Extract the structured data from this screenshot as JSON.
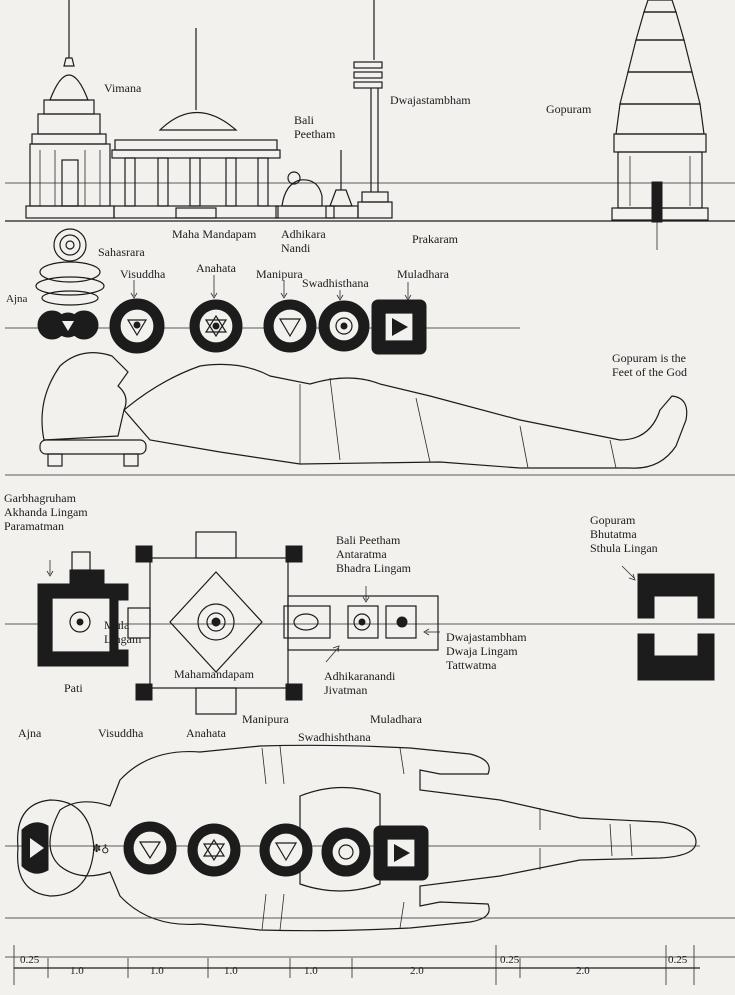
{
  "elevation_labels": {
    "vimana": "Vimana",
    "dwajastambham": "Dwajastambham",
    "gopuram": "Gopuram",
    "bali_peetham": "Bali\nPeetham",
    "maha_mandapam": "Maha Mandapam",
    "adhikara_nandi": "Adhikara\nNandi",
    "prakaram": "Prakaram"
  },
  "chakra_labels_top": {
    "sahasrara": "Sahasrara",
    "ajna": "Ajna",
    "visuddha": "Visuddha",
    "anahata": "Anahata",
    "manipura": "Manipura",
    "swadhisthana": "Swadhisthana",
    "muladhara": "Muladhara"
  },
  "reclining_note": "Gopuram is the\nFeet of the God",
  "plan_labels": {
    "garbhagruham": "Garbhagruham\nAkhanda Lingam\nParamatman",
    "bali_peetham": "Bali Peetham\nAntaratma\nBhadra Lingam",
    "gopuram": "Gopuram\nBhutatma\nSthula Lingan",
    "mula_lingam": "Mula\nLingam",
    "pati": "Pati",
    "mahamandapam": "Mahamandapam",
    "adhikaranandi": "Adhikaranandi\nJivatman",
    "dwajastambham": "Dwajastambham\nDwaja Lingam\nTattwatma"
  },
  "chakra_labels_bottom": {
    "ajna": "Ajna",
    "visuddha": "Visuddha",
    "anahata": "Anahata",
    "manipura": "Manipura",
    "muladhara": "Muladhara",
    "swadhishthana": "Swadhishthana"
  },
  "scale": {
    "segments": [
      "0.25",
      "1.0",
      "1.0",
      "1.0",
      "1.0",
      "2.0",
      "0.25",
      "2.0",
      "0.25"
    ]
  }
}
